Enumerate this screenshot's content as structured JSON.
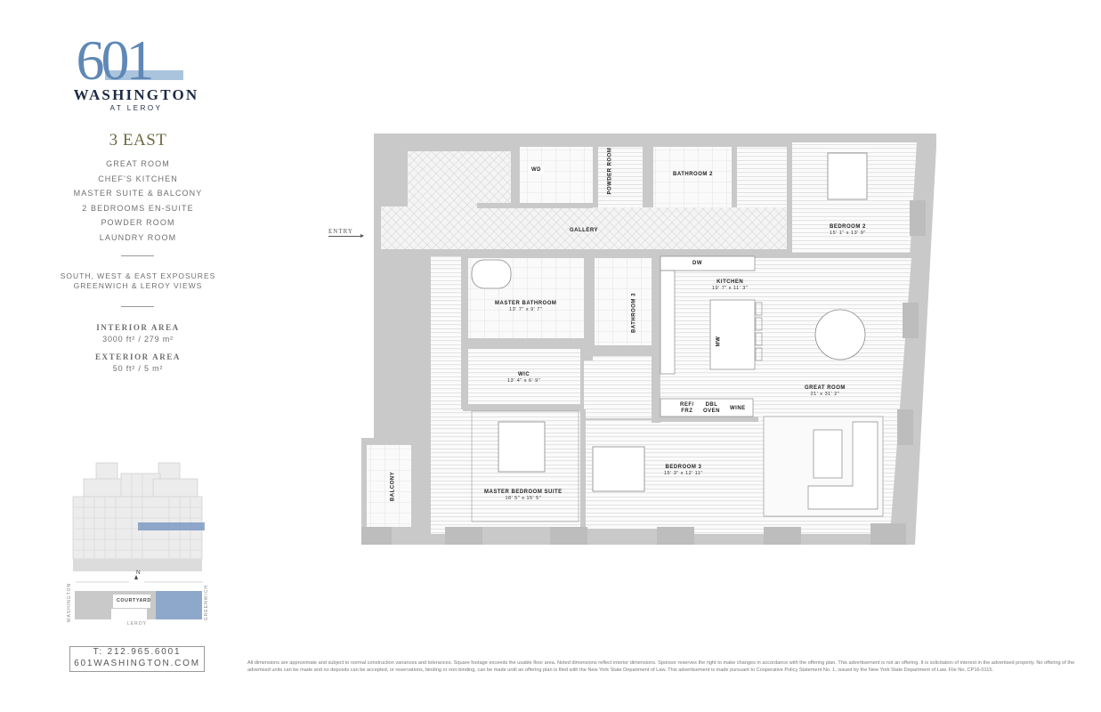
{
  "brand": {
    "number": "601",
    "name": "WASHINGTON",
    "subtitle": "AT LEROY",
    "colors": {
      "blue_light": "#5f88b6",
      "blue_dark": "#1d3b66",
      "navy": "#1d2a44",
      "olive": "#6d6a43"
    }
  },
  "unit": {
    "title": "3 EAST",
    "features": [
      "GREAT ROOM",
      "CHEF'S KITCHEN",
      "MASTER SUITE & BALCONY",
      "2 BEDROOMS EN-SUITE",
      "POWDER ROOM",
      "LAUNDRY ROOM"
    ],
    "exposures": [
      "SOUTH, WEST & EAST EXPOSURES",
      "GREENWICH & LEROY VIEWS"
    ],
    "interior_area_label": "INTERIOR AREA",
    "interior_area_value": "3000 ft² / 279 m²",
    "exterior_area_label": "EXTERIOR AREA",
    "exterior_area_value": "50 ft² / 5 m²"
  },
  "key_plan": {
    "north": "N",
    "courtyard": "COURTYARD",
    "streets": {
      "west": "WASHINGTON",
      "east": "GREENWICH",
      "south": "LEROY"
    }
  },
  "contact": {
    "phone": "T: 212.965.6001",
    "website": "601WASHINGTON.COM"
  },
  "floor_plan": {
    "entry_label": "ENTRY",
    "rooms": [
      {
        "name": "GALLERY",
        "dim": ""
      },
      {
        "name": "WD",
        "dim": ""
      },
      {
        "name": "POWDER ROOM",
        "dim": ""
      },
      {
        "name": "BATHROOM 2",
        "dim": ""
      },
      {
        "name": "BEDROOM 2",
        "dim": "15' 1\" x 13' 9\""
      },
      {
        "name": "MASTER BATHROOM",
        "dim": "13' 7\" x 9' 7\""
      },
      {
        "name": "BATHROOM 3",
        "dim": ""
      },
      {
        "name": "KITCHEN",
        "dim": "19' 7\" x 11' 3\""
      },
      {
        "name": "WIC",
        "dim": "13' 4\" x 6' 9\""
      },
      {
        "name": "GREAT ROOM",
        "dim": "21' x 31' 2\""
      },
      {
        "name": "MASTER BEDROOM SUITE",
        "dim": "18' 5\" x 15' 5\""
      },
      {
        "name": "BEDROOM 3",
        "dim": "15' 3\" x 12' 11\""
      },
      {
        "name": "BALCONY",
        "dim": ""
      }
    ],
    "appliances": {
      "dw": "DW",
      "mw": "MW",
      "ref": "REF/",
      "frz": "FRZ",
      "dbl": "DBL",
      "oven": "OVEN",
      "wine": "WINE"
    }
  },
  "disclaimer": "All dimensions are approximate and subject to normal construction variances and tolerances. Square footage exceeds the usable floor area. Noted dimensions reflect interior dimensions. Sponsor reserves the right to make changes in accordance with the offering plan. This advertisement is not an offering. It is solicitation of interest in the advertised property. No offering of the advertised units can be made and no deposits can be accepted, or reservations, binding or non-binding, can be made until an offering plan is filed with the New York State Department of Law. This advertisement is made pursuant to Cooperative Policy Statement No. 1, issued by the New York State Department of Law. File No. CP16-0115."
}
